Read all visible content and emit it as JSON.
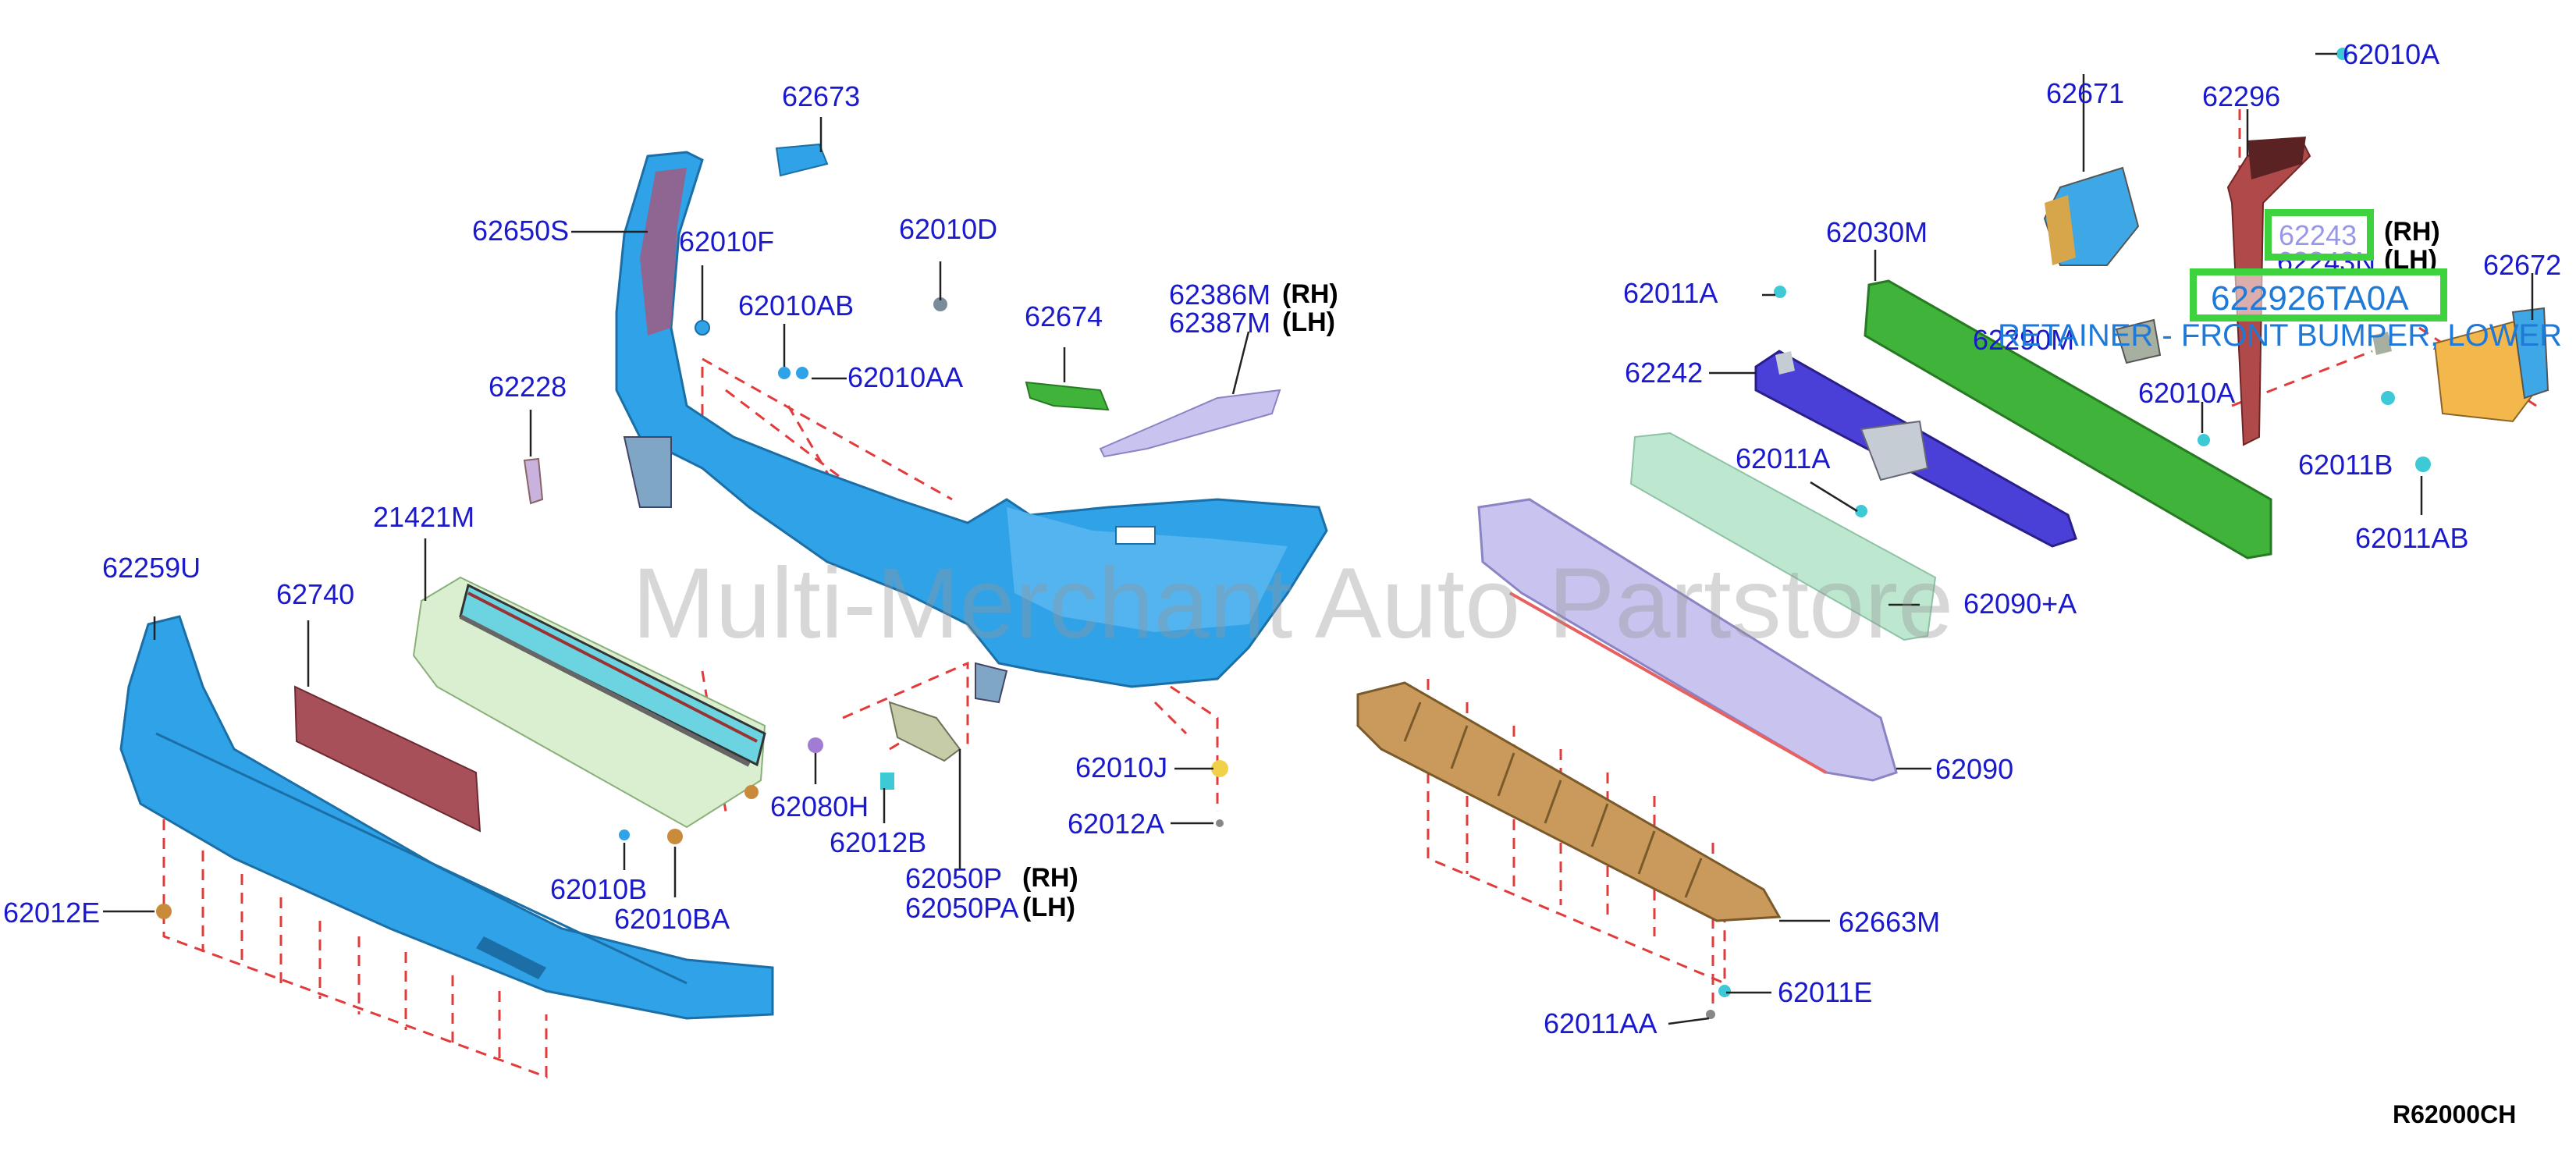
{
  "diagram_code": "R62000CH",
  "watermark": "Multi-Merchant Auto Partstore",
  "highlight": {
    "part_number": "622926TA0A",
    "description": "RETAINER - FRONT BUMPER, LOWER"
  },
  "labels": {
    "p62673": "62673",
    "p62650S": "62650S",
    "p62010F": "62010F",
    "p62010D": "62010D",
    "p62010AB": "62010AB",
    "p62010AA": "62010AA",
    "p62674": "62674",
    "p62386M": "62386M",
    "p62387M": "62387M",
    "p62228": "62228",
    "p21421M": "21421M",
    "p62259U": "62259U",
    "p62740": "62740",
    "p62080H": "62080H",
    "p62012B": "62012B",
    "p62050P": "62050P",
    "p62050PA": "62050PA",
    "p62010J": "62010J",
    "p62012A": "62012A",
    "p62010B": "62010B",
    "p62010BA": "62010BA",
    "p62012E": "62012E",
    "p62010A_top": "62010A",
    "p62671": "62671",
    "p62296": "62296",
    "p62243": "62243",
    "p62243N": "62243N",
    "p62672": "62672",
    "p62030M": "62030M",
    "p62011A_1": "62011A",
    "p62290M": "62290M",
    "p62242": "62242",
    "p62010A_mid": "62010A",
    "p62011B": "62011B",
    "p62011A_2": "62011A",
    "p62011AB": "62011AB",
    "p62090A": "62090+A",
    "p62090": "62090",
    "p62663M": "62663M",
    "p62011E": "62011E",
    "p62011AA": "62011AA"
  },
  "sides": {
    "rh1": "(RH)",
    "lh1": "(LH)",
    "rh2": "(RH)",
    "lh2": "(LH)",
    "rh3": "(RH)",
    "lh3": "(LH)"
  },
  "colors": {
    "label_blue": "#1a1acc",
    "bumper_blue": "#2fa2e8",
    "highlight_green": "#3ed33e",
    "reinforcement_green": "#3fb33a",
    "absorber_lavender": "#c9c4ef",
    "cover_tan": "#c99a5c",
    "leader_red": "#e23b3b"
  }
}
